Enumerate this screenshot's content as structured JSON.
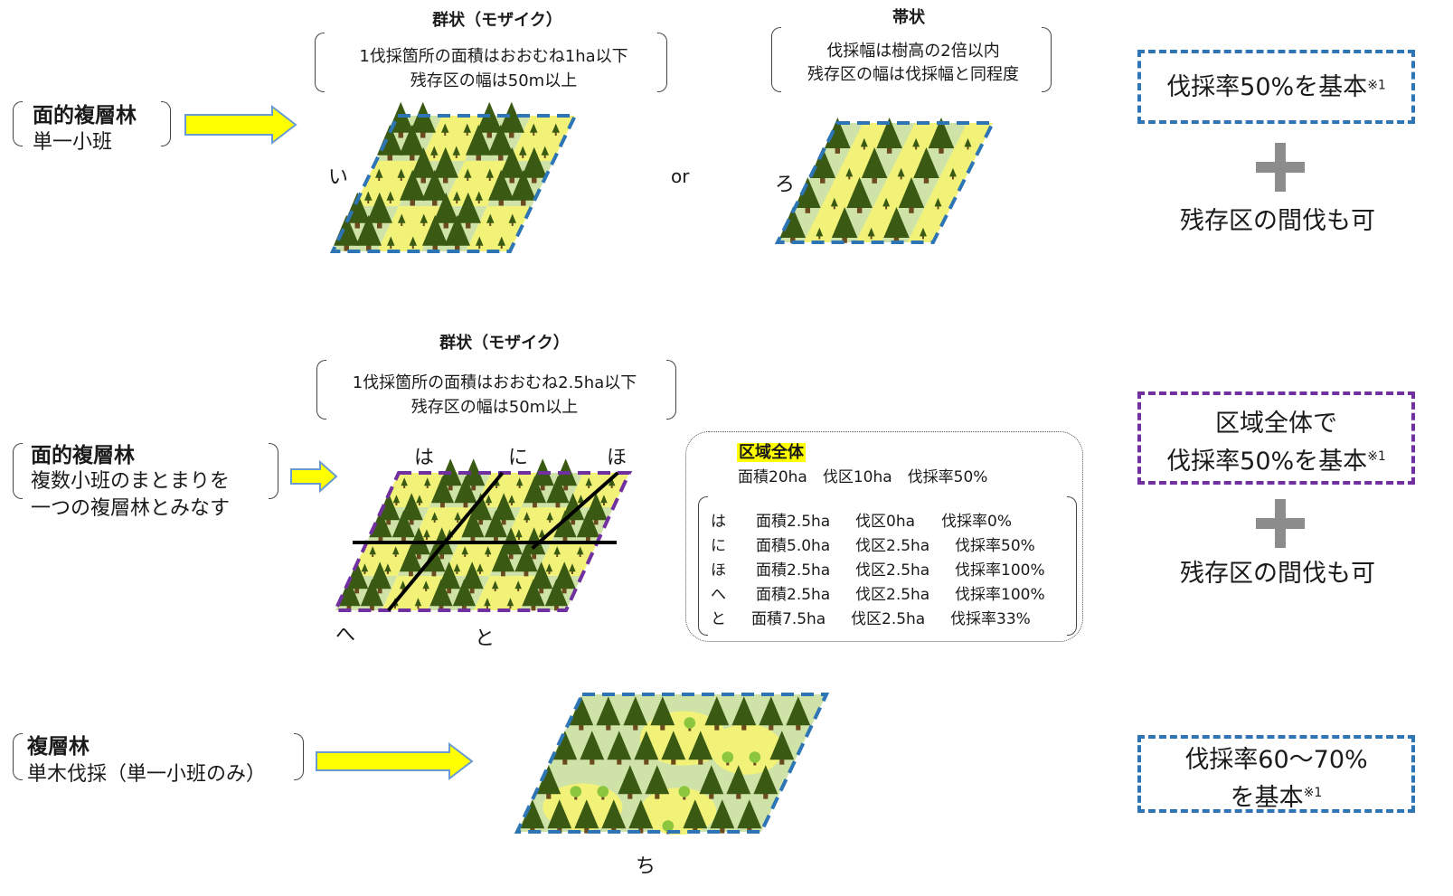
{
  "colors": {
    "tree": "#3a5a14",
    "trunk": "#6b4a1e",
    "green_cell": "#cfe3a8",
    "yellow_cell": "#f2f279",
    "blue_border": "#2e75b6",
    "purple_border": "#7030a0",
    "arrow_fill": "#ffff00",
    "arrow_stroke": "#6a9ad2"
  },
  "row1": {
    "left_title": "面的複層林",
    "left_sub": "単一小班",
    "mosaic_title": "群状（モザイク）",
    "mosaic_desc1": "1伐採箇所の面積はおおむね1ha以下",
    "mosaic_desc2": "残存区の幅は50m以上",
    "strip_title": "帯状",
    "strip_desc1": "伐採幅は樹高の2倍以内",
    "strip_desc2": "残存区の幅は伐採幅と同程度",
    "label_i": "い",
    "label_ro": "ろ",
    "or": "or",
    "box_text": "伐採率50%を基本",
    "box_sup": "※1",
    "plus_text": "残存区の間伐も可"
  },
  "row2": {
    "left_title": "面的複層林",
    "left_sub1": "複数小班のまとまりを",
    "left_sub2": "一つの複層林とみなす",
    "mosaic_title": "群状（モザイク）",
    "mosaic_desc1": "1伐採箇所の面積はおおむね2.5ha以下",
    "mosaic_desc2": "残存区の幅は50m以上",
    "label_ha": "は",
    "label_ni": "に",
    "label_ho": "ほ",
    "label_he": "へ",
    "label_to": "と",
    "summary_title": "区域全体",
    "summary_line": "面積20ha　伐区10ha　伐採率50%",
    "rows": [
      {
        "key": "は",
        "area": "面積2.5ha",
        "cut": "伐区0ha",
        "rate": "伐採率0%"
      },
      {
        "key": "に",
        "area": "面積5.0ha",
        "cut": "伐区2.5ha",
        "rate": "伐採率50%"
      },
      {
        "key": "ほ",
        "area": "面積2.5ha",
        "cut": "伐区2.5ha",
        "rate": "伐採率100%"
      },
      {
        "key": "へ",
        "area": "面積2.5ha",
        "cut": "伐区2.5ha",
        "rate": "伐採率100%"
      },
      {
        "key": "と",
        "area": "面積7.5ha",
        "cut": "伐区2.5ha",
        "rate": "伐採率33%"
      }
    ],
    "box_line1": "区域全体で",
    "box_line2": "伐採率50%を基本",
    "box_sup": "※1",
    "plus_text": "残存区の間伐も可"
  },
  "row3": {
    "left_title": "複層林",
    "left_sub": "単木伐採（単一小班のみ）",
    "label_chi": "ち",
    "box_line1": "伐採率60～70%",
    "box_line2": "を基本",
    "box_sup": "※1"
  }
}
